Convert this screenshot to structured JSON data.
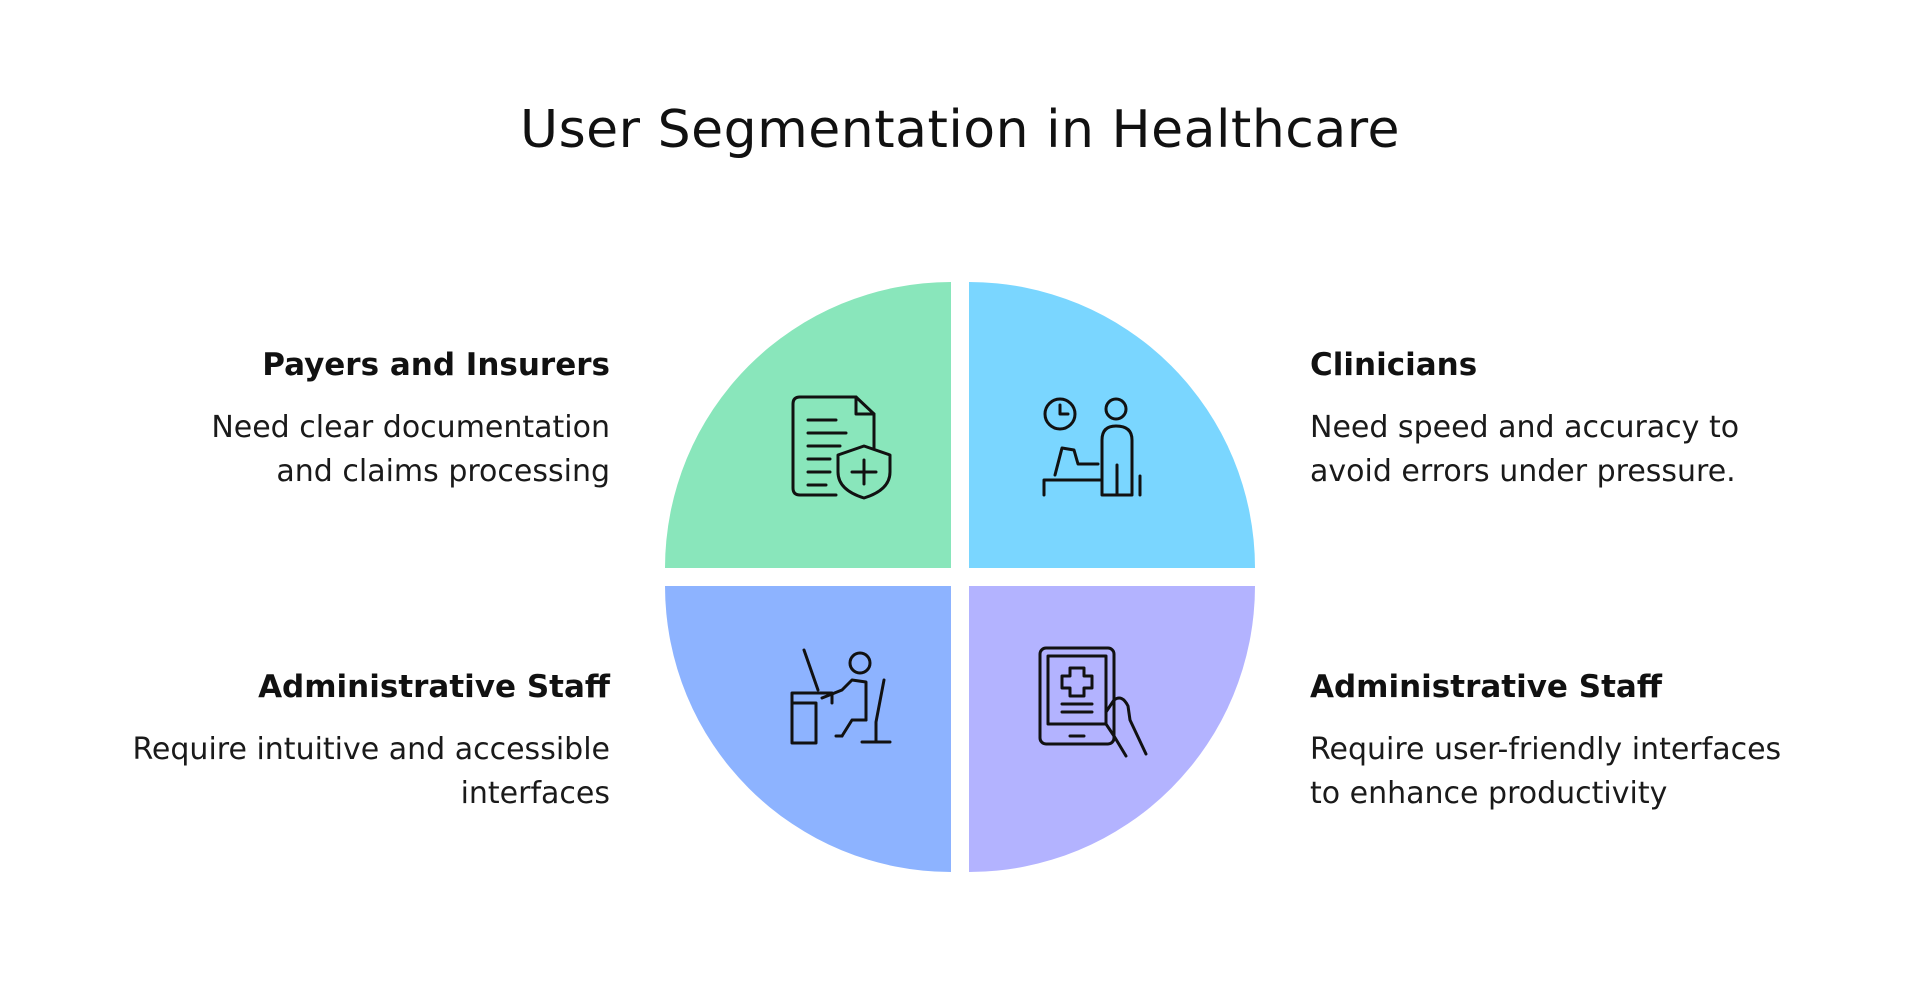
{
  "title": "User Segmentation in Healthcare",
  "segments": [
    {
      "title": "Payers and Insurers",
      "description_lines": [
        "Need clear documentation",
        "and claims processing"
      ],
      "icon": "document-shield-icon",
      "color": "#89E6BB"
    },
    {
      "title": "Clinicians",
      "description_lines": [
        "Need speed and accuracy to",
        "avoid errors under pressure."
      ],
      "icon": "clinician-patient-icon",
      "color": "#7AD6FF"
    },
    {
      "title": "Administrative Staff",
      "description_lines": [
        "Require intuitive and accessible",
        "interfaces"
      ],
      "icon": "desk-worker-icon",
      "color": "#8DB3FF"
    },
    {
      "title": "Administrative Staff",
      "description_lines": [
        "Require user-friendly interfaces",
        "to enhance productivity"
      ],
      "icon": "medical-tablet-icon",
      "color": "#B3B3FF"
    }
  ]
}
